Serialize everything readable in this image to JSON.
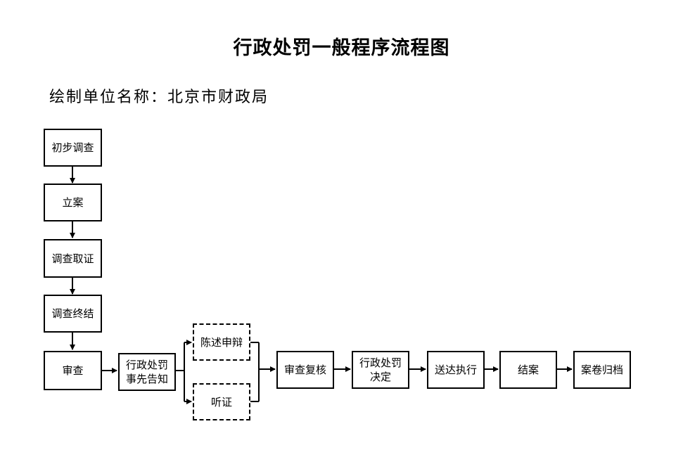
{
  "title": "行政处罚一般程序流程图",
  "unit": {
    "label": "绘制单位名称：",
    "name": "北京市财政局"
  },
  "steps": {
    "initial_investigation": "初步调查",
    "case_filing": "立案",
    "evidence_collection": "调查取证",
    "investigation_conclusion": "调查终结",
    "review": "审查",
    "prior_notice": [
      "行政处罚",
      "事先告知"
    ],
    "statement_defense": "陈述申辩",
    "hearing": "听证",
    "re_review": "审查复核",
    "decision": [
      "行政处罚",
      "决定"
    ],
    "delivery_execution": "送达执行",
    "case_closure": "结案",
    "archiving": "案卷归档"
  }
}
